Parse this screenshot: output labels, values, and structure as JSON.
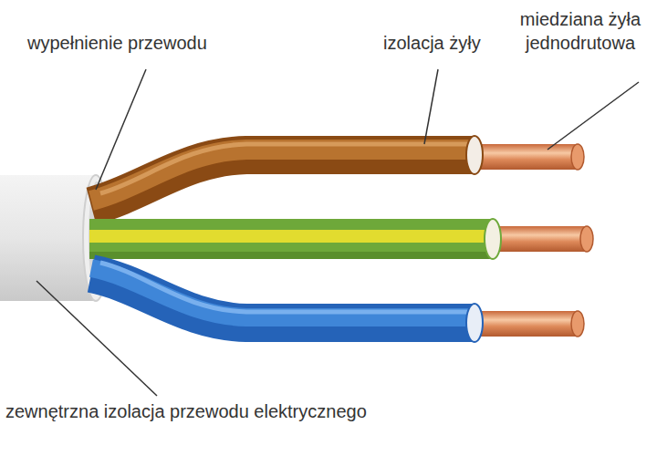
{
  "diagram": {
    "labels": [
      "wypełnienie przewodu",
      "izolacja żyły",
      "miedziana żyła jednodrutowa",
      "zewnętrzna izolacja przewodu elektrycznego"
    ]
  }
}
